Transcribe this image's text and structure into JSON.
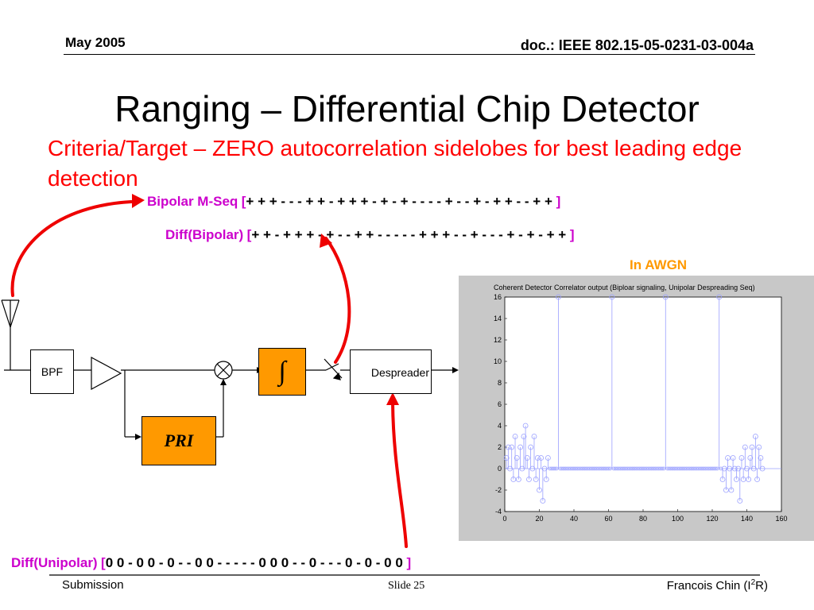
{
  "header": {
    "date": "May 2005",
    "doc_id": "doc.: IEEE 802.15-05-0231-03-004a"
  },
  "title": "Ranging – Differential Chip Detector",
  "criteria": "Criteria/Target – ZERO autocorrelation sidelobes for best leading edge detection",
  "sequences": {
    "bipolar": {
      "label": "Bipolar M-Seq",
      "open": "[",
      "values": "+ + + - - - + + - + + + - + - + - - - - + - - + - + + - - + + ",
      "close": "]"
    },
    "diff_bipolar": {
      "label": "Diff(Bipolar)",
      "open": "[",
      "values": "+ + - + + + - + - - + + - - - - - + + + - - + - - - + - + - + + ",
      "close": "]"
    },
    "diff_unipolar": {
      "label": "Diff(Unipolar)",
      "open": "[",
      "values": "0 0 - 0 0 - 0 - - 0 0 - - - - - 0 0 0 - - 0 - - - 0 - 0 - 0 0 ",
      "close": "]"
    }
  },
  "condition": "In AWGN",
  "blocks": {
    "bpf": "BPF",
    "integrator": "∫",
    "pri": "PRI",
    "despreader": "Despreader"
  },
  "chart_data": {
    "type": "stem",
    "title": "Coherent Detector Correlator output (Biploar signaling, Unipolar Despreading Seq)",
    "xlim": [
      0,
      160
    ],
    "ylim": [
      -4,
      16
    ],
    "xticks": [
      0,
      20,
      40,
      60,
      80,
      100,
      120,
      140,
      160
    ],
    "yticks": [
      -4,
      -2,
      0,
      2,
      4,
      6,
      8,
      10,
      12,
      14,
      16
    ],
    "peaks": [
      {
        "x": 31,
        "y": 16
      },
      {
        "x": 62,
        "y": 16
      },
      {
        "x": 93,
        "y": 16
      },
      {
        "x": 124,
        "y": 16
      }
    ],
    "edge_left": [
      {
        "x": 1,
        "y": 1
      },
      {
        "x": 2,
        "y": 2
      },
      {
        "x": 3,
        "y": 0
      },
      {
        "x": 4,
        "y": 2
      },
      {
        "x": 5,
        "y": -1
      },
      {
        "x": 6,
        "y": 3
      },
      {
        "x": 7,
        "y": 1
      },
      {
        "x": 8,
        "y": -1
      },
      {
        "x": 9,
        "y": 2
      },
      {
        "x": 10,
        "y": 0
      },
      {
        "x": 11,
        "y": 3
      },
      {
        "x": 12,
        "y": 4
      },
      {
        "x": 13,
        "y": 1
      },
      {
        "x": 14,
        "y": -1
      },
      {
        "x": 15,
        "y": 2
      },
      {
        "x": 16,
        "y": 0
      },
      {
        "x": 17,
        "y": 3
      },
      {
        "x": 18,
        "y": -1
      },
      {
        "x": 19,
        "y": 1
      },
      {
        "x": 20,
        "y": -2
      },
      {
        "x": 21,
        "y": 1
      },
      {
        "x": 22,
        "y": -3
      },
      {
        "x": 23,
        "y": 0
      },
      {
        "x": 24,
        "y": -1
      },
      {
        "x": 25,
        "y": 1
      }
    ],
    "edge_right": [
      {
        "x": 126,
        "y": -1
      },
      {
        "x": 127,
        "y": 0
      },
      {
        "x": 128,
        "y": -2
      },
      {
        "x": 129,
        "y": 1
      },
      {
        "x": 130,
        "y": 0
      },
      {
        "x": 131,
        "y": -2
      },
      {
        "x": 132,
        "y": 1
      },
      {
        "x": 133,
        "y": 0
      },
      {
        "x": 134,
        "y": -1
      },
      {
        "x": 135,
        "y": 0
      },
      {
        "x": 136,
        "y": -3
      },
      {
        "x": 137,
        "y": 1
      },
      {
        "x": 138,
        "y": -1
      },
      {
        "x": 139,
        "y": 2
      },
      {
        "x": 140,
        "y": 0
      },
      {
        "x": 141,
        "y": -1
      },
      {
        "x": 142,
        "y": 1
      },
      {
        "x": 143,
        "y": 2
      },
      {
        "x": 144,
        "y": 0
      },
      {
        "x": 145,
        "y": 3
      },
      {
        "x": 146,
        "y": -1
      },
      {
        "x": 147,
        "y": 2
      },
      {
        "x": 148,
        "y": 1
      },
      {
        "x": 149,
        "y": 0
      }
    ],
    "flat_zero_range": [
      26,
      125
    ],
    "color": "#9aa0ff",
    "grid": false
  },
  "footer": {
    "left": "Submission",
    "center": "Slide 25",
    "right_prefix": "Francois Chin (I",
    "right_sup": "2",
    "right_suffix": "R)"
  }
}
